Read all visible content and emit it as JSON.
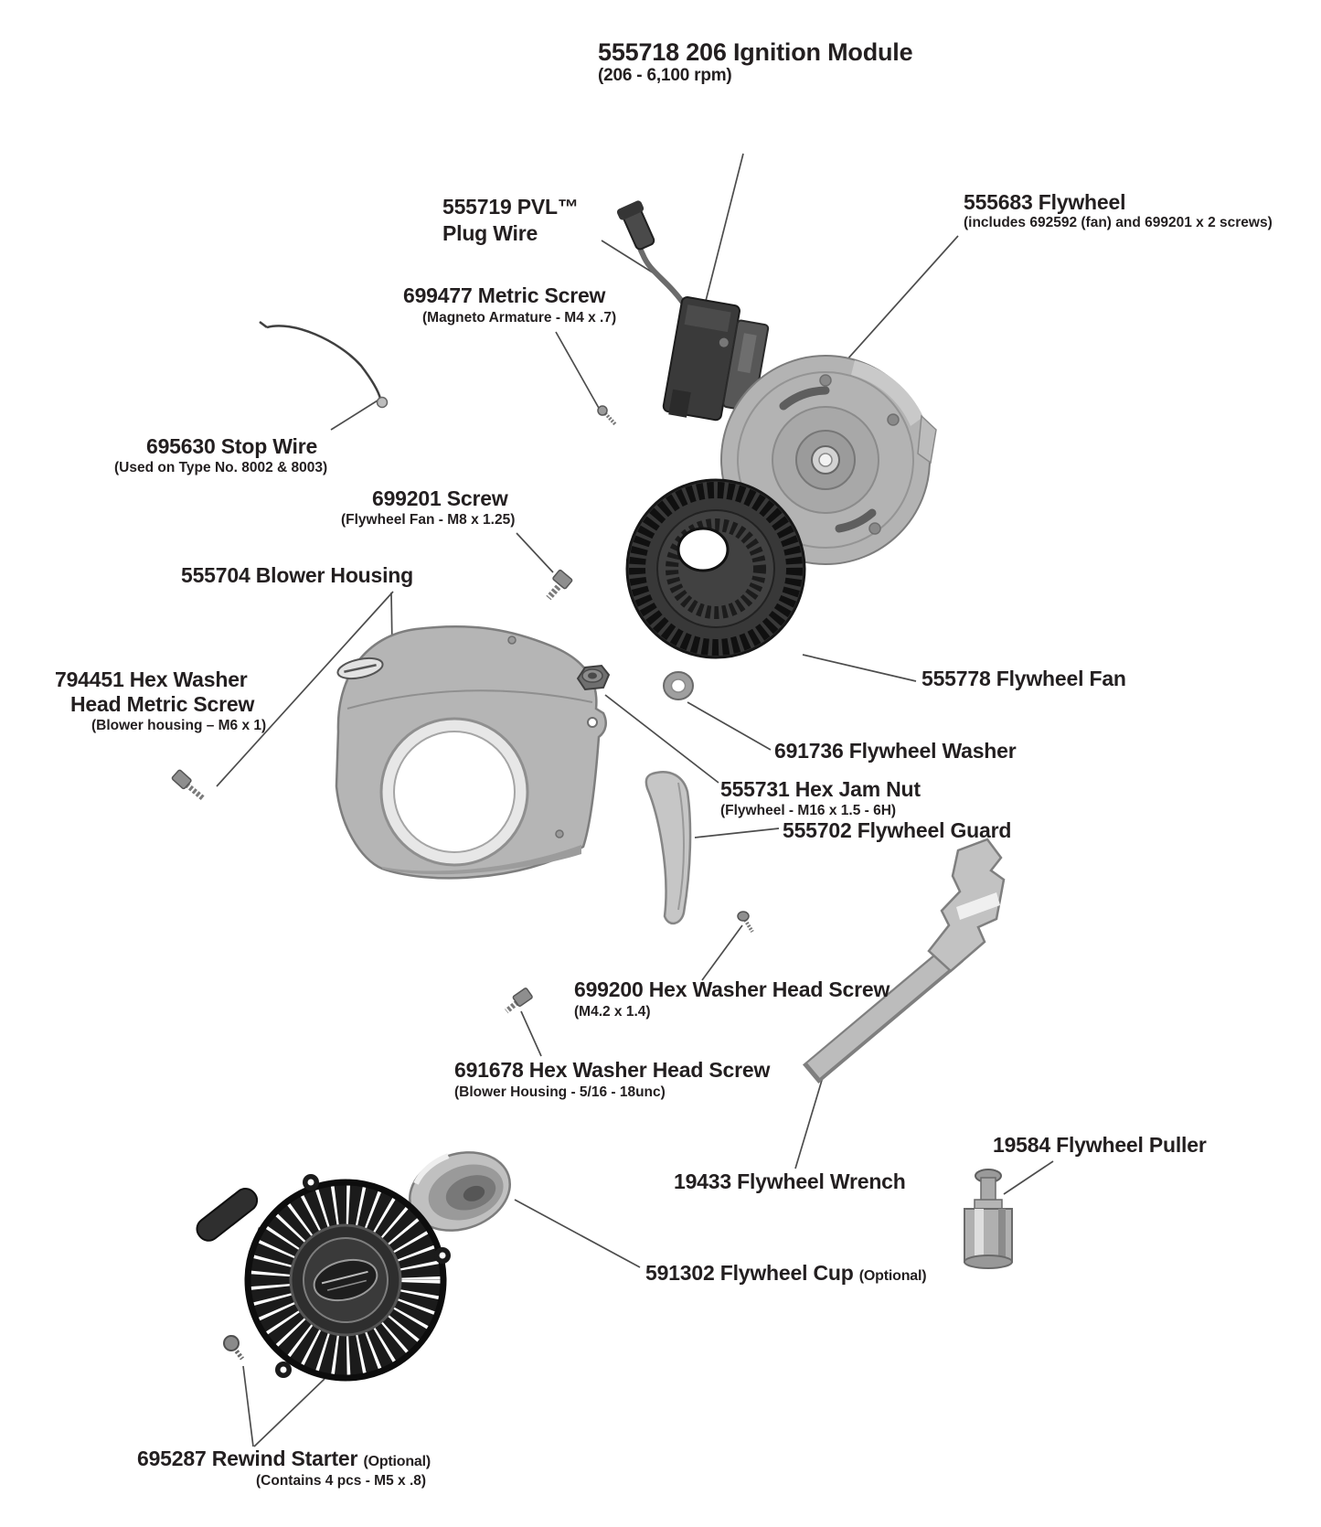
{
  "title": {
    "text": "555718 206 Ignition Module",
    "sub": "(206 - 6,100 rpm)"
  },
  "labels": {
    "plug_wire": {
      "line1": "555719 PVL™",
      "line2": "Plug Wire"
    },
    "metric_screw_699477": {
      "text": "699477 Metric Screw",
      "sub": "(Magneto Armature - M4 x .7)"
    },
    "flywheel": {
      "text": "555683 Flywheel",
      "sub": "(includes 692592 (fan) and 699201 x 2 screws)"
    },
    "stop_wire": {
      "text": "695630 Stop Wire",
      "sub": "(Used on Type No. 8002 & 8003)"
    },
    "screw_699201": {
      "text": "699201 Screw",
      "sub": "(Flywheel Fan - M8 x 1.25)"
    },
    "blower_housing": {
      "text": "555704 Blower Housing"
    },
    "screw_794451": {
      "line1": "794451 Hex Washer",
      "line2": "Head Metric Screw",
      "sub": "(Blower housing – M6 x 1)"
    },
    "flywheel_fan": {
      "text": "555778 Flywheel Fan"
    },
    "flywheel_washer": {
      "text": "691736 Flywheel Washer"
    },
    "hex_jam_nut": {
      "text": "555731 Hex Jam Nut",
      "sub": "(Flywheel - M16 x 1.5 - 6H)"
    },
    "flywheel_guard": {
      "text": "555702 Flywheel Guard"
    },
    "screw_699200": {
      "text": "699200 Hex Washer Head Screw",
      "sub": "(M4.2 x 1.4)"
    },
    "screw_691678": {
      "text": "691678 Hex Washer Head Screw",
      "sub": "(Blower Housing - 5/16 - 18unc)"
    },
    "flywheel_wrench": {
      "text": "19433 Flywheel Wrench"
    },
    "flywheel_puller": {
      "text": "19584 Flywheel Puller"
    },
    "flywheel_cup": {
      "text": "591302 Flywheel Cup",
      "suffix": "(Optional)"
    },
    "rewind_starter": {
      "text": "695287 Rewind Starter",
      "suffix": "(Optional)",
      "sub": "(Contains 4 pcs - M5 x .8)"
    }
  },
  "colors": {
    "label_text": "#231f20",
    "leader_line": "#4d4d4d",
    "part_light_gray": "#b3b3b3",
    "part_dark": "#333333",
    "background": "#ffffff"
  }
}
